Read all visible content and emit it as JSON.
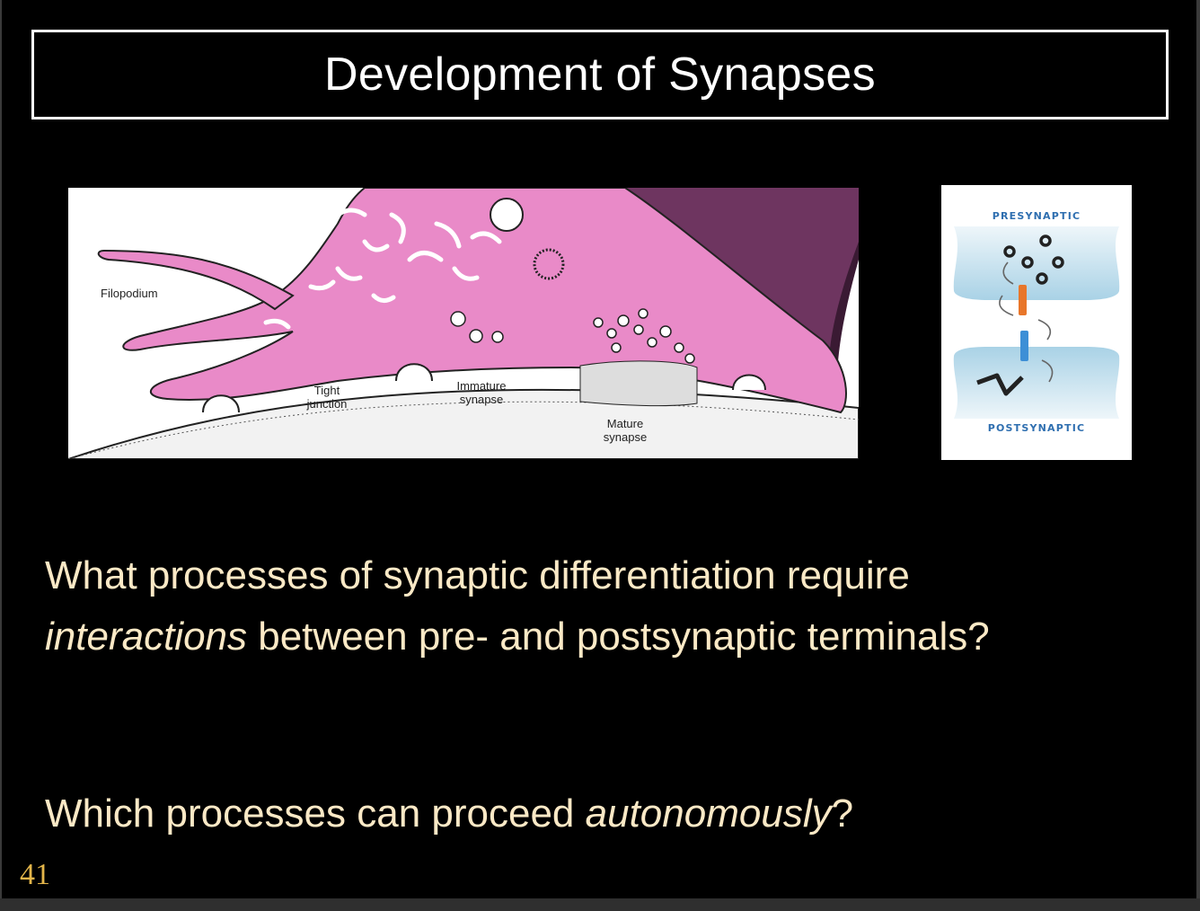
{
  "slide": {
    "title": "Development of Synapses",
    "slide_number": "41"
  },
  "left_figure": {
    "labels": {
      "filopodium": "Filopodium",
      "tight_junction": "Tight\njunction",
      "immature_synapse": "Immature\nsynapse",
      "mature_synapse": "Mature\nsynapse"
    }
  },
  "right_figure": {
    "presynaptic": "PRESYNAPTIC",
    "postsynaptic": "POSTSYNAPTIC",
    "colors": {
      "orange_marker": "#e8762a",
      "blue_marker": "#3d8fd6",
      "terminal_blue": "#bcdcec"
    }
  },
  "questions": {
    "q1_part1": "What processes of synaptic differentiation require",
    "q1_italic": "interactions",
    "q1_part2": " between pre- and postsynaptic terminals?",
    "q2_part1": "Which processes can proceed ",
    "q2_italic": "autonomously",
    "q2_part2": "?"
  }
}
